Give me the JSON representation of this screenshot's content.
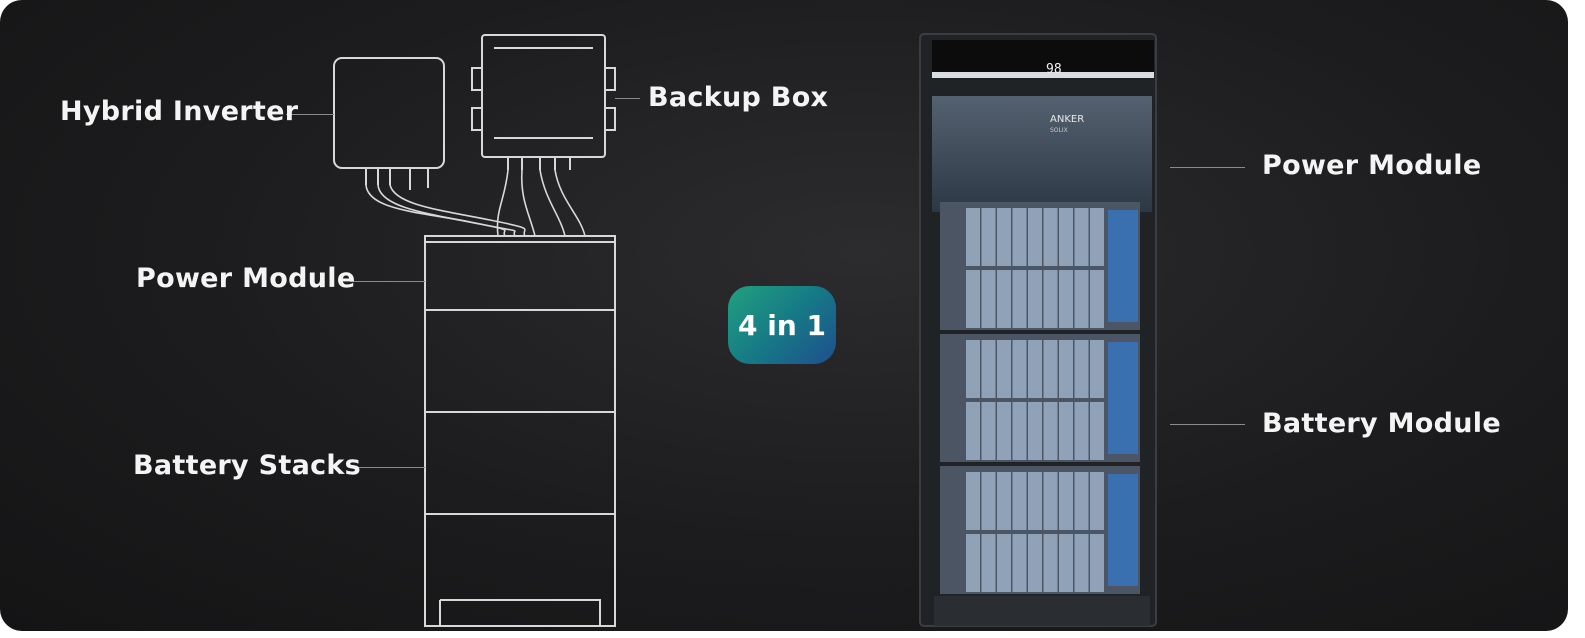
{
  "labels": {
    "hybrid_inverter": "Hybrid Inverter",
    "backup_box": "Backup Box",
    "power_module_left": "Power Module",
    "battery_stacks": "Battery Stacks",
    "power_module_right": "Power Module",
    "battery_module": "Battery Module"
  },
  "badge": "4 in 1",
  "device": {
    "brand": "ANKER",
    "sub_brand": "SOLIX",
    "display_value": "98"
  },
  "colors": {
    "background": "#1c1c1e",
    "badge_start": "#22a07e",
    "badge_end": "#1f4f8e",
    "cell": "#8fa2b8"
  }
}
